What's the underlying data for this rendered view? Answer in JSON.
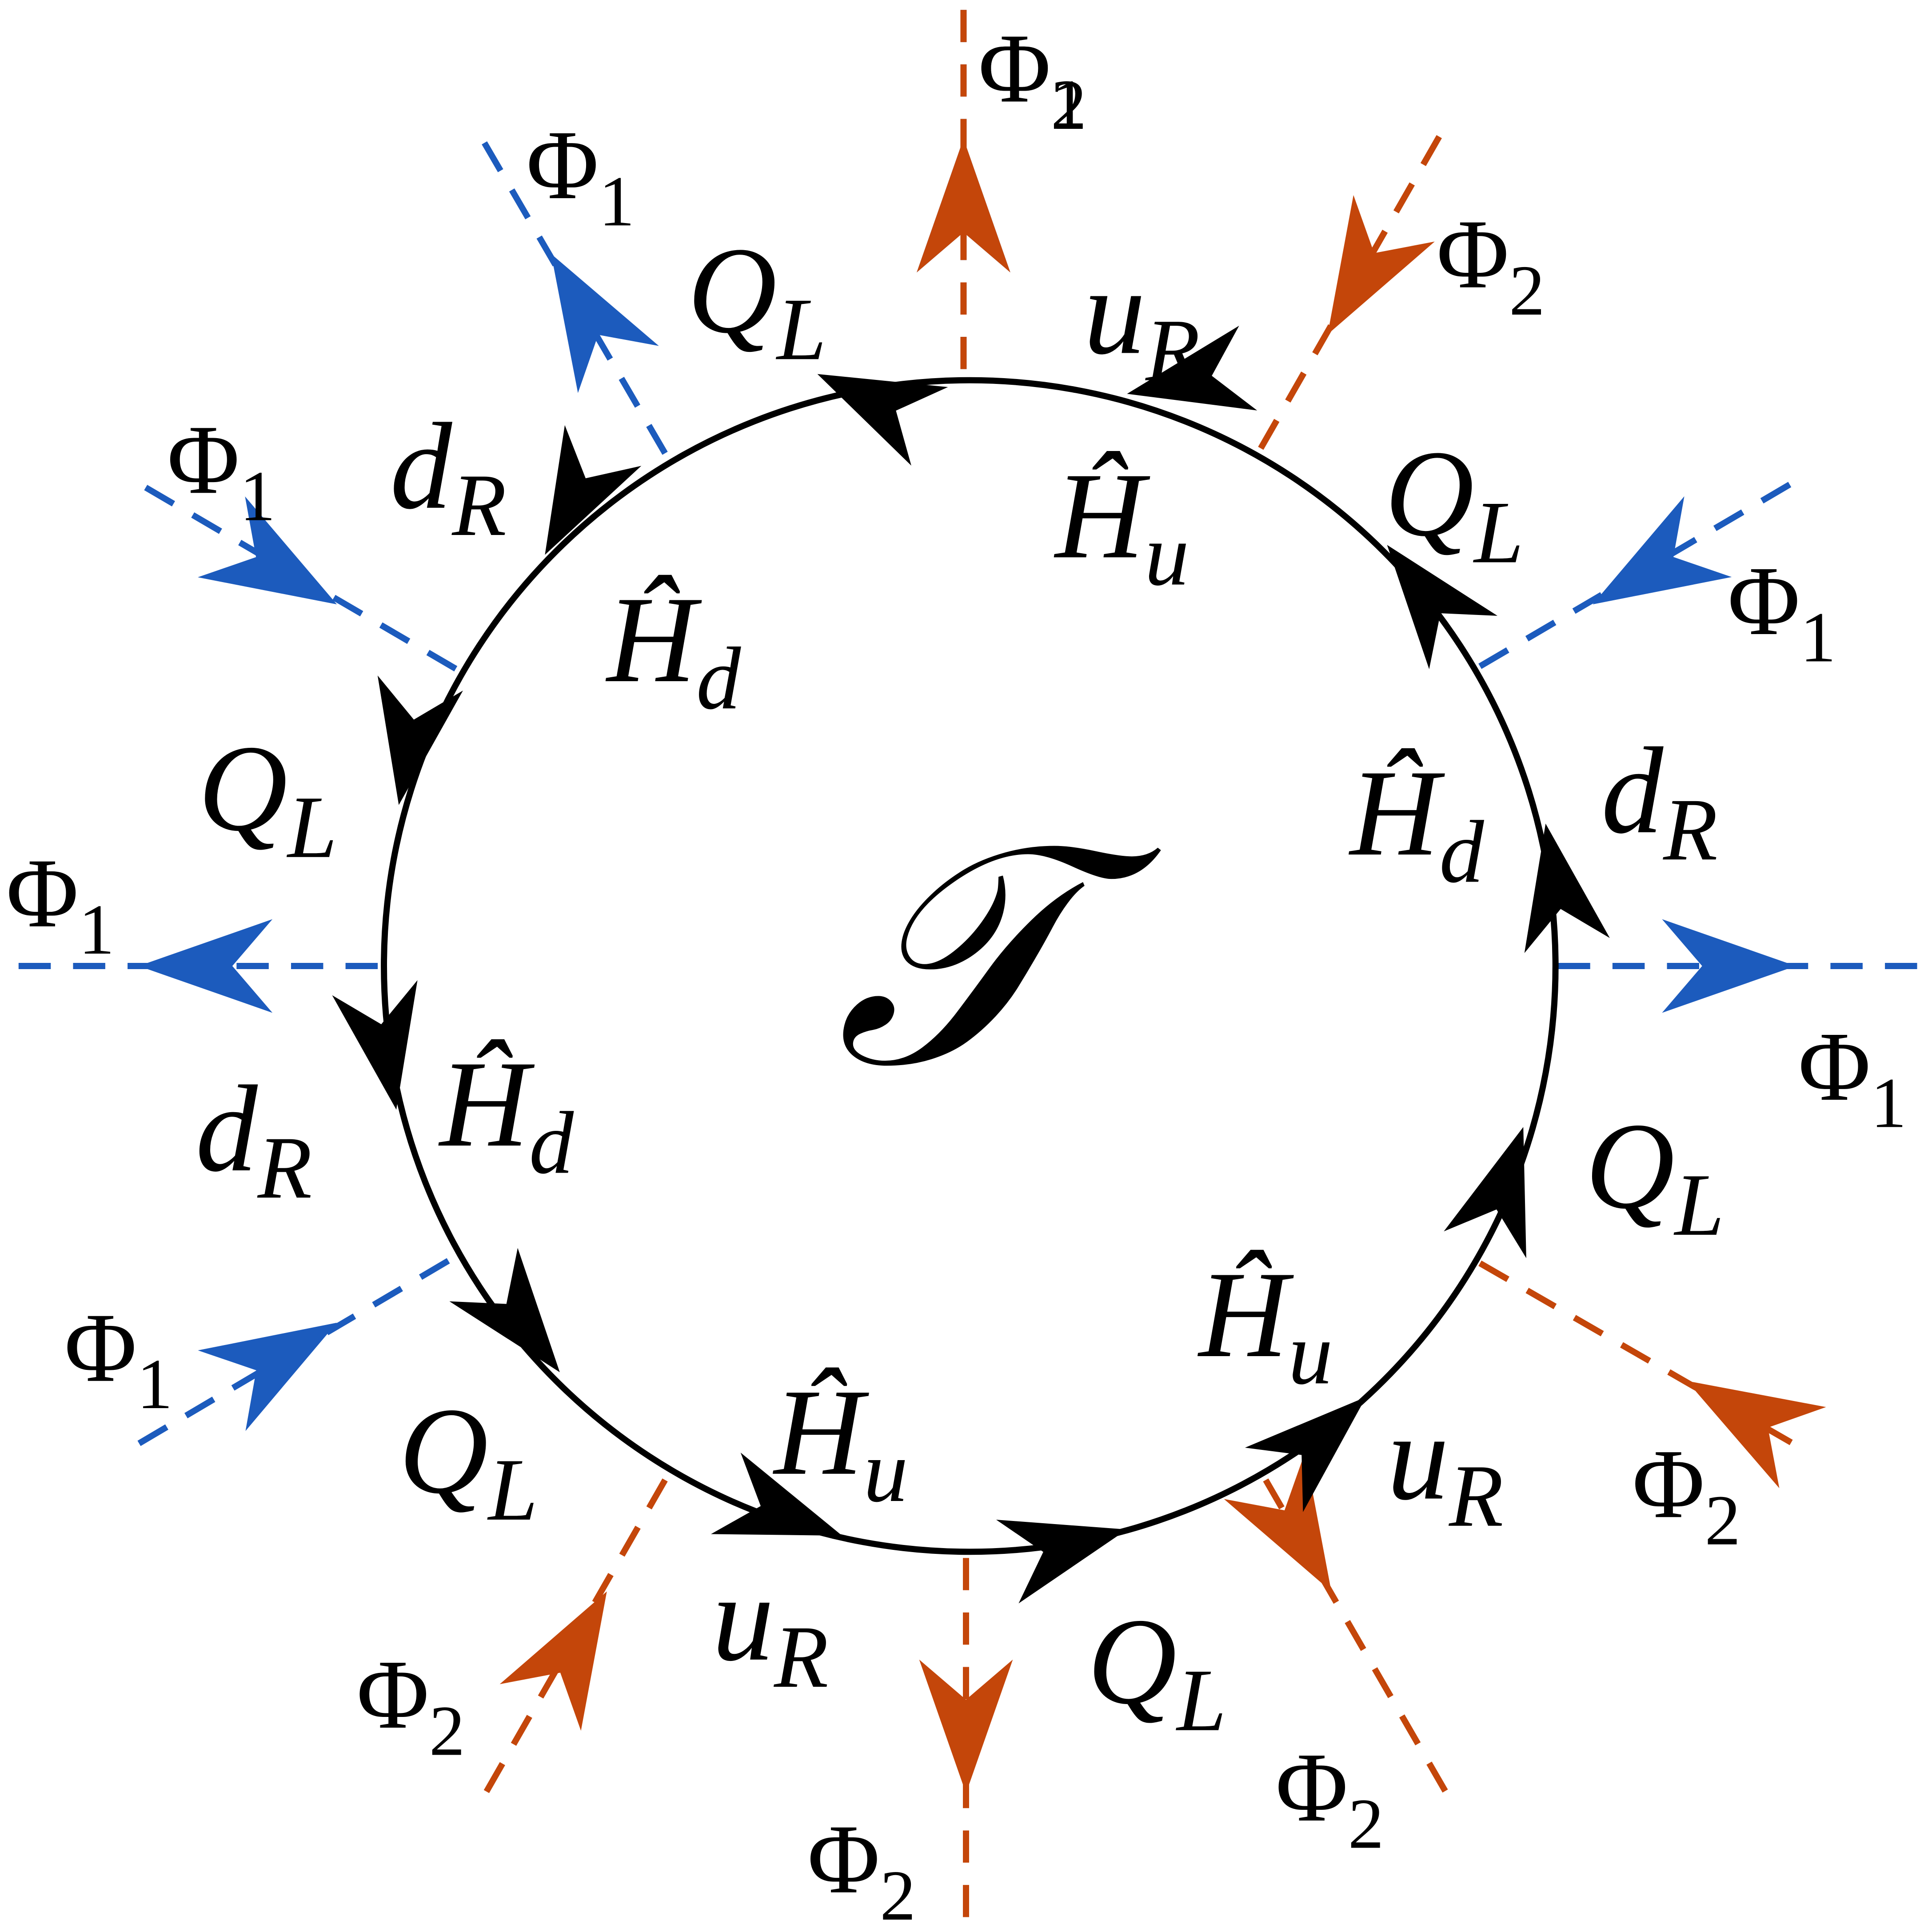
{
  "center_label": "𝒯",
  "colors": {
    "loop": "#000000",
    "phi1": "#1c5bbd",
    "phi2": "#c4460a"
  },
  "external_lines": [
    {
      "field": "Φ",
      "sub": "1",
      "family": "phi1",
      "direction": "out"
    },
    {
      "field": "Φ",
      "sub": "2",
      "family": "phi2",
      "direction": "out"
    },
    {
      "field": "Φ",
      "sub": "1",
      "family": "phi1",
      "direction": "out"
    },
    {
      "field": "Φ",
      "sub": "2",
      "family": "phi2",
      "direction": "in"
    },
    {
      "field": "Φ",
      "sub": "1",
      "family": "phi1",
      "direction": "in"
    },
    {
      "field": "Φ",
      "sub": "1",
      "family": "phi1",
      "direction": "in"
    },
    {
      "field": "Φ",
      "sub": "1",
      "family": "phi1",
      "direction": "out"
    },
    {
      "field": "Φ",
      "sub": "1",
      "family": "phi1",
      "direction": "out"
    },
    {
      "field": "Φ",
      "sub": "1",
      "family": "phi1",
      "direction": "in"
    },
    {
      "field": "Φ",
      "sub": "2",
      "family": "phi2",
      "direction": "in"
    },
    {
      "field": "Φ",
      "sub": "2",
      "family": "phi2",
      "direction": "out"
    },
    {
      "field": "Φ",
      "sub": "2",
      "family": "phi2",
      "direction": "in"
    },
    {
      "field": "Φ",
      "sub": "2",
      "family": "phi2",
      "direction": "out"
    }
  ],
  "propagators": [
    {
      "base": "Q",
      "sub": "L"
    },
    {
      "base": "u",
      "sub": "R"
    },
    {
      "base": "Ĥ",
      "sub": "u"
    },
    {
      "base": "Q",
      "sub": "L"
    },
    {
      "base": "d",
      "sub": "R"
    },
    {
      "base": "Ĥ",
      "sub": "d"
    },
    {
      "base": "Q",
      "sub": "L"
    },
    {
      "base": "u",
      "sub": "R"
    },
    {
      "base": "Ĥ",
      "sub": "u"
    },
    {
      "base": "Q",
      "sub": "L"
    },
    {
      "base": "u",
      "sub": "R"
    },
    {
      "base": "Ĥ",
      "sub": "u"
    },
    {
      "base": "Q",
      "sub": "L"
    },
    {
      "base": "Ĥ",
      "sub": "d"
    },
    {
      "base": "d",
      "sub": "R"
    },
    {
      "base": "Q",
      "sub": "L"
    },
    {
      "base": "d",
      "sub": "R"
    },
    {
      "base": "Ĥ",
      "sub": "d"
    }
  ]
}
